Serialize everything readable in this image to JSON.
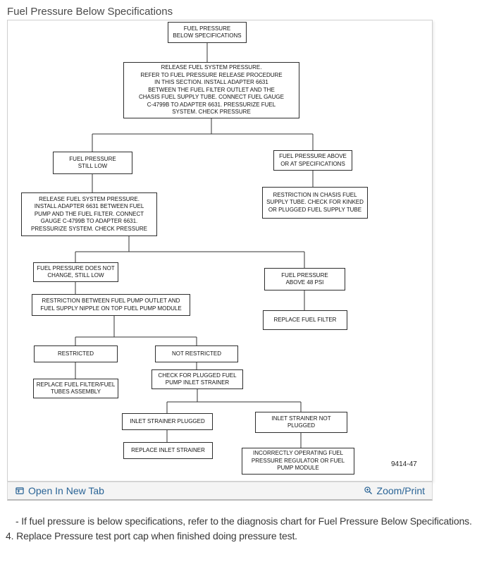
{
  "page": {
    "title": "Fuel Pressure Below Specifications",
    "notes": [
      "-  If fuel pressure is below specifications, refer to the diagnosis chart for Fuel Pressure Below Specifications.",
      "4. Replace Pressure test port cap when finished doing pressure test."
    ]
  },
  "viewer": {
    "open_in_new_tab_label": "Open In New Tab",
    "zoom_print_label": "Zoom/Print",
    "link_color": "#2a6496",
    "toolbar_bg": "#f4f4f4"
  },
  "flowchart": {
    "figure_number": "9414-47",
    "nodes": [
      {
        "id": "start",
        "text": "FUEL PRESSURE\nBELOW SPECIFICATIONS"
      },
      {
        "id": "release-system-check",
        "text": "RELEASE FUEL SYSTEM PRESSURE.\nREFER TO FUEL PRESSURE RELEASE PROCEDURE\nIN THIS SECTION. INSTALL ADAPTER 6631\nBETWEEN THE FUEL FILTER OUTLET AND THE\nCHASIS FUEL SUPPLY TUBE. CONNECT FUEL GAUGE\nC-4799B TO ADAPTER 6631. PRESSURIZE FUEL\nSYSTEM. CHECK PRESSURE"
      },
      {
        "id": "still-low",
        "text": "FUEL PRESSURE\nSTILL LOW"
      },
      {
        "id": "above-or-at-spec",
        "text": "FUEL PRESSURE ABOVE\nOR AT SPECIFICATIONS"
      },
      {
        "id": "release-install-adapter",
        "text": "RELEASE FUEL SYSTEM PRESSURE.\nINSTALL ADAPTER 6631 BETWEEN FUEL\nPUMP AND THE FUEL FILTER. CONNECT\nGAUGE C-4799B TO ADAPTER 6631.\nPRESSURIZE SYSTEM. CHECK PRESSURE"
      },
      {
        "id": "restriction-chasis-tube",
        "text": "RESTRICTION IN CHASIS FUEL\nSUPPLY TUBE. CHECK FOR KINKED\nOR PLUGGED FUEL SUPPLY TUBE"
      },
      {
        "id": "no-change-still-low",
        "text": "FUEL PRESSURE DOES NOT\nCHANGE, STILL LOW"
      },
      {
        "id": "above-48-psi",
        "text": "FUEL PRESSURE\nABOVE 48 PSI"
      },
      {
        "id": "restriction-pump-outlet",
        "text": "RESTRICTION BETWEEN FUEL PUMP OUTLET AND\nFUEL SUPPLY NIPPLE ON TOP FUEL PUMP MODULE"
      },
      {
        "id": "replace-fuel-filter",
        "text": "REPLACE FUEL FILTER"
      },
      {
        "id": "restricted",
        "text": "RESTRICTED"
      },
      {
        "id": "not-restricted",
        "text": "NOT RESTRICTED"
      },
      {
        "id": "replace-filter-tubes",
        "text": "REPLACE FUEL FILTER/FUEL\nTUBES ASSEMBLY"
      },
      {
        "id": "check-inlet-strainer",
        "text": "CHECK FOR PLUGGED FUEL\nPUMP INLET STRAINER"
      },
      {
        "id": "strainer-plugged",
        "text": "INLET STRAINER PLUGGED"
      },
      {
        "id": "strainer-not-plugged",
        "text": "INLET STRAINER NOT\nPLUGGED"
      },
      {
        "id": "replace-inlet-strainer",
        "text": "REPLACE INLET STRAINER"
      },
      {
        "id": "incorrect-regulator-module",
        "text": "INCORRECTLY OPERATING FUEL\nPRESSURE REGULATOR OR FUEL\nPUMP MODULE"
      }
    ],
    "edges": [
      [
        0,
        1
      ],
      [
        1,
        2
      ],
      [
        1,
        3
      ],
      [
        2,
        4
      ],
      [
        3,
        5
      ],
      [
        4,
        6
      ],
      [
        4,
        7
      ],
      [
        6,
        8
      ],
      [
        7,
        9
      ],
      [
        8,
        10
      ],
      [
        8,
        11
      ],
      [
        10,
        12
      ],
      [
        11,
        13
      ],
      [
        13,
        14
      ],
      [
        13,
        15
      ],
      [
        14,
        16
      ],
      [
        15,
        17
      ]
    ]
  }
}
